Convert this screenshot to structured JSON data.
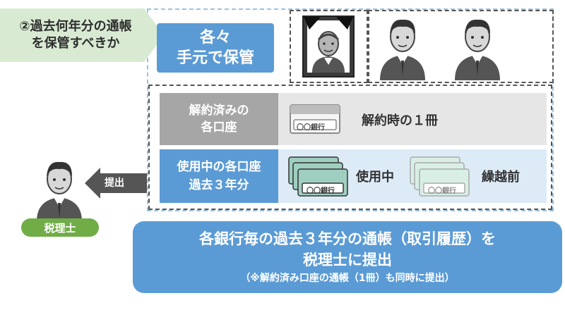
{
  "question_tag": {
    "line1": "②過去何年分の通帳",
    "line2": "を保管すべきか"
  },
  "keep_box": {
    "line1": "各々",
    "line2": "手元で保管"
  },
  "closed_accounts": {
    "label_line1": "解約済みの",
    "label_line2": "各口座",
    "passbook_text": "〇〇銀行",
    "note": "解約時の１冊"
  },
  "active_accounts": {
    "label_line1": "使用中の各口座",
    "label_line2": "過去３年分",
    "passbook_text": "〇〇銀行",
    "current_label": "使用中",
    "rollover_label": "繰越前"
  },
  "submit_arrow": {
    "label": "提出"
  },
  "tax_accountant": {
    "label": "税理士"
  },
  "bottom_message": {
    "line1": "各銀行毎の過去３年分の通帳（取引履歴）を",
    "line2": "税理士に提出",
    "line3": "（※解約済み口座の通帳（1冊）も同時に提出）"
  },
  "colors": {
    "blue": "#5b9bd5",
    "green": "#70ad47",
    "light_green": "#d9ead3",
    "gray": "#a6a6a6",
    "light_blue": "#ddebf7",
    "teal": "#9fcfc0"
  }
}
